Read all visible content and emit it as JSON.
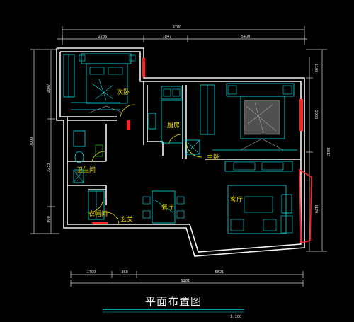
{
  "title": "平面布置图",
  "scale": "1: 100",
  "dimensions": {
    "top_total": "9780",
    "top_1": "2236",
    "top_2": "1847",
    "top_3": "5400",
    "bottom_1": "1700",
    "bottom_2": "360",
    "bottom_3": "5621",
    "bottom_total": "9281",
    "left_total": "7000",
    "left_1": "2847",
    "left_2": "3233",
    "left_3": "900",
    "right_1": "1180",
    "right_2": "2900",
    "right_3": "3170",
    "right_total": "8813"
  },
  "rooms": {
    "secondary_bedroom": "次卧",
    "kitchen": "厨房",
    "master_bedroom": "主卧",
    "bathroom": "卫生间",
    "living_room": "客厅",
    "dining_room": "餐厅",
    "laundry": "衣帽间",
    "entrance": "玄关"
  }
}
